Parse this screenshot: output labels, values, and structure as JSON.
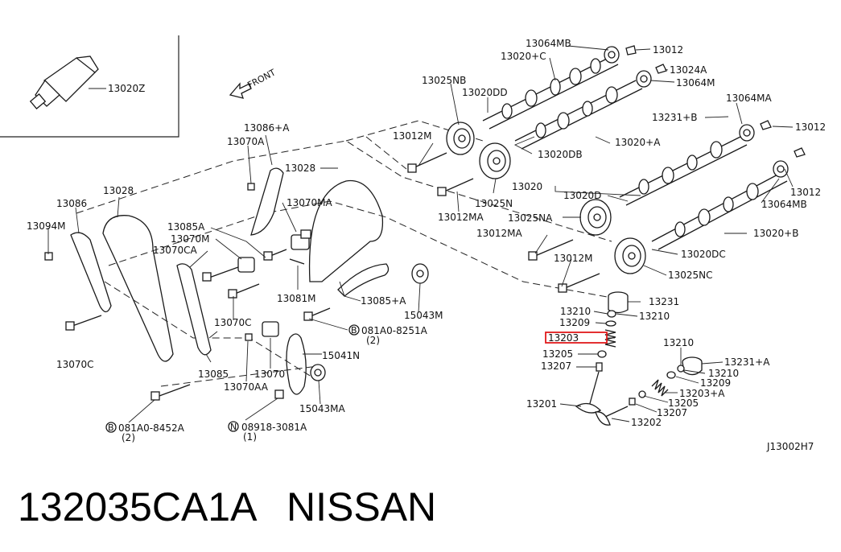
{
  "labels": {
    "p13020Z": "13020Z",
    "front": "FRONT",
    "p13064MB_top": "13064MB",
    "p13012_top": "13012",
    "p13020C": "13020+C",
    "p13024A": "13024A",
    "p13025NB": "13025NB",
    "p13064M": "13064M",
    "p13020DD": "13020DD",
    "p13064MA": "13064MA",
    "p13231B": "13231+B",
    "p13012_right": "13012",
    "p13086A": "13086+A",
    "p13012M_a": "13012M",
    "p13020DB": "13020DB",
    "p13020A": "13020+A",
    "p13070A": "13070A",
    "p13028_top": "13028",
    "p13028_left": "13028",
    "p13086": "13086",
    "p13070MA": "13070MA",
    "p13012_r2": "13012",
    "p13064MB_r": "13064MB",
    "p13020": "13020",
    "p13020D": "13020D",
    "p13025N": "13025N",
    "p13012MA_a": "13012MA",
    "p13025NA": "13025NA",
    "p13094M": "13094M",
    "p13085A": "13085A",
    "p13012MA_b": "13012MA",
    "p13020B": "13020+B",
    "p13070M": "13070M",
    "p13070CA": "13070CA",
    "p13020DC": "13020DC",
    "p13012M_b": "13012M",
    "p13025NC": "13025NC",
    "p13081M": "13081M",
    "p13085A2": "13085+A",
    "p13231": "13231",
    "p13070C_a": "13070C",
    "p15043M": "15043M",
    "p13210_a": "13210",
    "p13210_b": "13210",
    "p081A0_8251A": "081A0-8251A",
    "p081A0_8251A_qty": "(2)",
    "p13209_a": "13209",
    "p13203": "13203",
    "p15041N": "15041N",
    "p13070C_b": "13070C",
    "p13210_c": "13210",
    "p13205_a": "13205",
    "p13231A": "13231+A",
    "p13207_a": "13207",
    "p13085": "13085",
    "p13070": "13070",
    "p13210_d": "13210",
    "p13209_b": "13209",
    "p13070AA": "13070AA",
    "p13203A": "13203+A",
    "p13205_b": "13205",
    "p13201": "13201",
    "p15043MA": "15043MA",
    "p13207_b": "13207",
    "p13202": "13202",
    "p081A0_8452A": "081A0-8452A",
    "p081A0_8452A_qty": "(2)",
    "p08918_3081A": "08918-3081A",
    "p08918_3081A_qty": "(1)",
    "diagram_id": "J13002H7",
    "circle_b": "B",
    "circle_n": "N"
  },
  "footer": {
    "part_number": "132035CA1A",
    "brand": "NISSAN"
  },
  "highlight": {
    "part": "13203",
    "color": "#e0191b"
  }
}
